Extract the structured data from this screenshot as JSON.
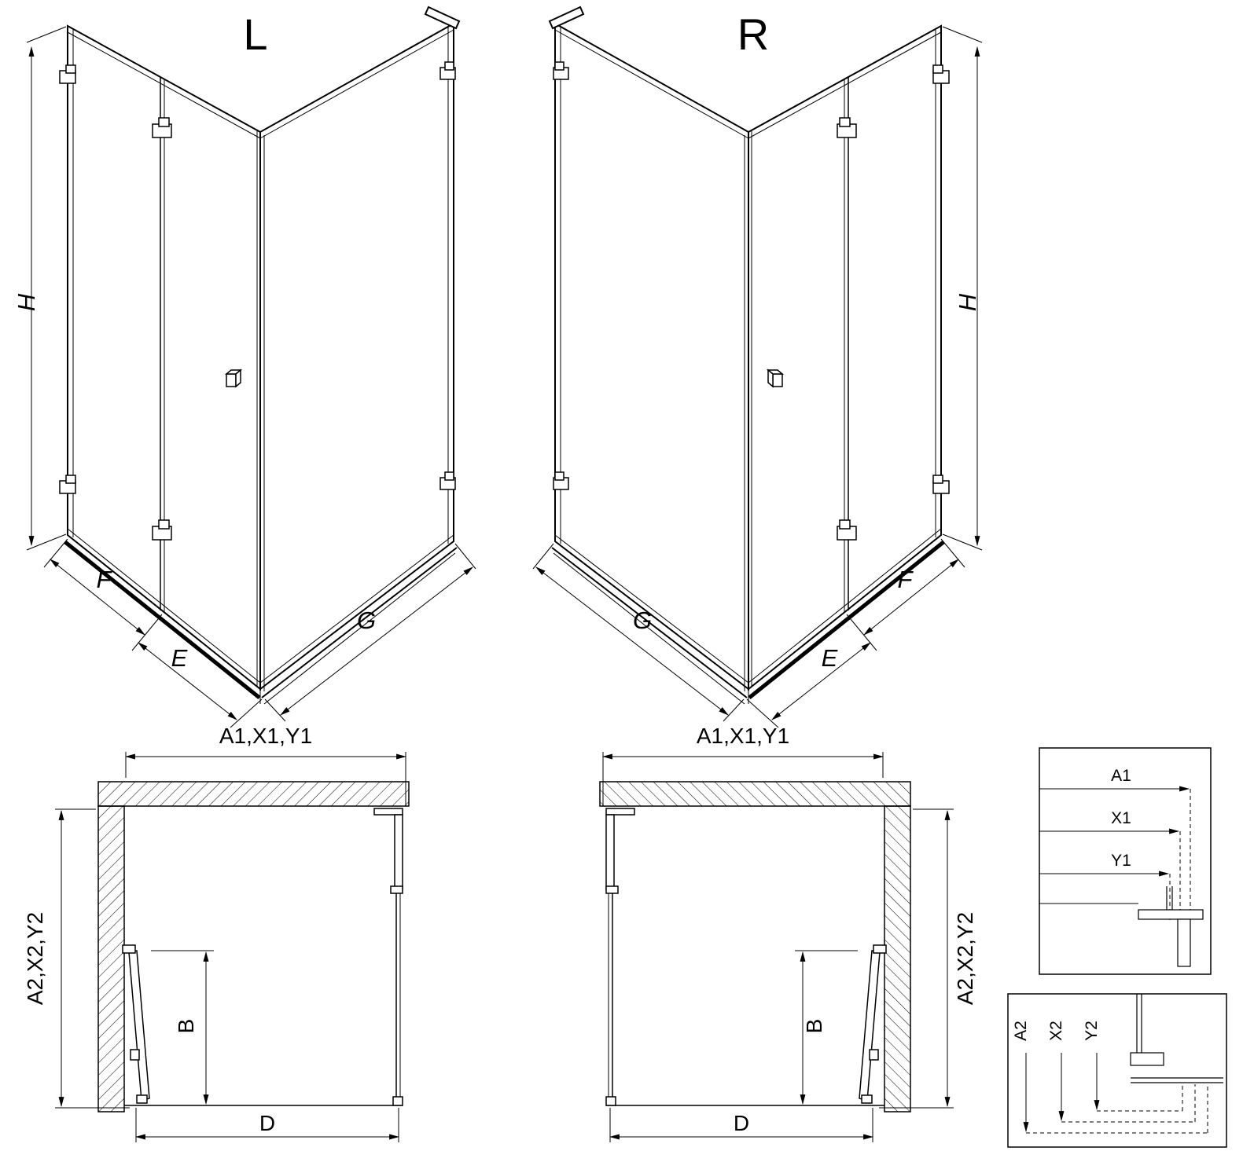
{
  "canvas": {
    "background": "#ffffff",
    "line_color": "#000000"
  },
  "iso_left": {
    "title": "L",
    "height_label": "H",
    "fixed_panel_label": "F",
    "door_label": "E",
    "side_panel_label": "G"
  },
  "iso_right": {
    "title": "R",
    "height_label": "H",
    "fixed_panel_label": "F",
    "door_label": "E",
    "side_panel_label": "G"
  },
  "plan_left": {
    "width_label": "A1,X1,Y1",
    "depth_label": "A2,X2,Y2",
    "door_label": "B",
    "entry_label": "D"
  },
  "plan_right": {
    "width_label": "A1,X1,Y1",
    "depth_label": "A2,X2,Y2",
    "door_label": "B",
    "entry_label": "D"
  },
  "detail_width": {
    "labels": [
      "A1",
      "X1",
      "Y1"
    ]
  },
  "detail_depth": {
    "labels": [
      "A2",
      "X2",
      "Y2"
    ]
  }
}
